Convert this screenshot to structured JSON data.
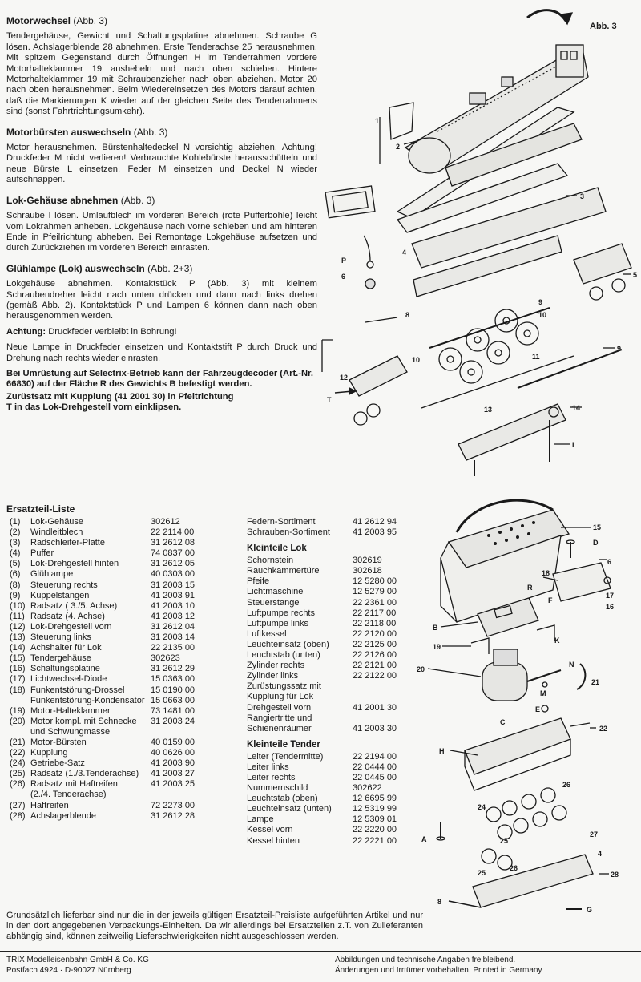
{
  "sections": {
    "s1": {
      "title": "Motorwechsel",
      "abb": "(Abb. 3)",
      "body": "Tendergehäuse, Gewicht und Schaltungsplatine abnehmen. Schraube G lösen. Achslagerblende 28 abnehmen. Erste Tenderachse 25 herausnehmen. Mit spitzem Gegenstand durch Öffnungen H im Tenderrahmen vordere Motorhalteklammer 19 aushebeln und nach oben schieben. Hintere Motorhalteklammer 19 mit Schraubenzieher nach oben abziehen. Motor 20 nach oben herausnehmen. Beim Wiedereinsetzen des Motors darauf achten, daß die Markierungen K wieder auf der gleichen Seite des Tenderrahmens sind (sonst Fahrtrichtungsumkehr)."
    },
    "s2": {
      "title": "Motorbürsten auswechseln",
      "abb": "(Abb. 3)",
      "body": "Motor herausnehmen. Bürstenhaltedeckel N vorsichtig abziehen. Achtung! Druckfeder M nicht verlieren! Verbrauchte Kohlebürste herausschütteln und neue Bürste L einsetzen. Feder M einsetzen und Deckel N wieder aufschnappen."
    },
    "s3": {
      "title": "Lok-Gehäuse abnehmen",
      "abb": "(Abb. 3)",
      "body": "Schraube I lösen. Umlaufblech im vorderen Bereich (rote Pufferbohle) leicht vom Lokrahmen anheben. Lokgehäuse nach vorne schieben und am hinteren Ende in Pfeilrichtung abheben. Bei Remontage Lokgehäuse aufsetzen und durch Zurückziehen im vorderen Bereich einrasten."
    },
    "s4": {
      "title": "Glühlampe (Lok) auswechseln",
      "abb": "(Abb. 2+3)",
      "body": "Lokgehäuse abnehmen. Kontaktstück P (Abb. 3) mit kleinem Schraubendreher leicht nach unten drücken und dann nach links drehen (gemäß Abb. 2). Kontaktstück P und Lampen 6 können dann nach oben herausgenommen werden.",
      "note_label": "Achtung:",
      "note": "Druckfeder verbleibt in Bohrung!",
      "body2": "Neue Lampe in Druckfeder einsetzen und Kontaktstift P durch Druck und Drehung nach rechts wieder einrasten."
    },
    "s5": {
      "line1": "Bei Umrüstung auf Selectrix-Betrieb kann der Fahrzeugdecoder (Art.-Nr. 66830) auf der Fläche R des Gewichts B befestigt werden.",
      "line2": "Zurüstsatz mit Kupplung (41 2001 30) in Pfeitrichtung",
      "line3": "T in das Lok-Drehgestell vorn einklipsen."
    }
  },
  "parts": {
    "title": "Ersatzteil-Liste",
    "list": [
      {
        "n": "(1)",
        "name": "Lok-Gehäuse",
        "no": "302612"
      },
      {
        "n": "(2)",
        "name": "Windleitblech",
        "no": "22 2114 00"
      },
      {
        "n": "(3)",
        "name": "Radschleifer-Platte",
        "no": "31 2612 08"
      },
      {
        "n": "(4)",
        "name": "Puffer",
        "no": "74 0837 00"
      },
      {
        "n": "(5)",
        "name": "Lok-Drehgestell hinten",
        "no": "31 2612 05"
      },
      {
        "n": "(6)",
        "name": "Glühlampe",
        "no": "40 0303 00"
      },
      {
        "n": "(8)",
        "name": "Steuerung rechts",
        "no": "31 2003 15"
      },
      {
        "n": "(9)",
        "name": "Kuppelstangen",
        "no": "41 2003 91"
      },
      {
        "n": "(10)",
        "name": "Radsatz ( 3./5. Achse)",
        "no": "41 2003 10"
      },
      {
        "n": "(11)",
        "name": "Radsatz (4. Achse)",
        "no": "41 2003 12"
      },
      {
        "n": "(12)",
        "name": "Lok-Drehgestell vorn",
        "no": "31 2612 04"
      },
      {
        "n": "(13)",
        "name": "Steuerung links",
        "no": "31 2003 14"
      },
      {
        "n": "(14)",
        "name": "Achshalter für Lok",
        "no": "22 2135 00"
      },
      {
        "n": "(15)",
        "name": "Tendergehäuse",
        "no": "302623"
      },
      {
        "n": "(16)",
        "name": "Schaltungsplatine",
        "no": "31 2612 29"
      },
      {
        "n": "(17)",
        "name": "Lichtwechsel-Diode",
        "no": "15 0363 00"
      },
      {
        "n": "(18)",
        "name": "Funkentstörung-Drossel",
        "no": "15 0190 00"
      },
      {
        "n": "",
        "name": "Funkentstörung-Kondensator",
        "no": "15 0663 00"
      },
      {
        "n": "(19)",
        "name": "Motor-Halteklammer",
        "no": "73 1481 00"
      },
      {
        "n": "(20)",
        "name": "Motor kompl. mit Schnecke",
        "no": "31 2003 24"
      },
      {
        "n": "",
        "name": "und Schwungmasse",
        "no": ""
      },
      {
        "n": "(21)",
        "name": "Motor-Bürsten",
        "no": "40 0159 00"
      },
      {
        "n": "(22)",
        "name": "Kupplung",
        "no": "40 0626 00"
      },
      {
        "n": "(24)",
        "name": "Getriebe-Satz",
        "no": "41 2003 90"
      },
      {
        "n": "(25)",
        "name": "Radsatz (1./3.Tenderachse)",
        "no": "41 2003 27"
      },
      {
        "n": "(26)",
        "name": "Radsatz mit Haftreifen",
        "no": "41 2003 25"
      },
      {
        "n": "",
        "name": "(2./4. Tenderachse)",
        "no": ""
      },
      {
        "n": "(27)",
        "name": "Haftreifen",
        "no": "72 2273 00"
      },
      {
        "n": "(28)",
        "name": "Achslagerblende",
        "no": "31 2612 28"
      }
    ],
    "list2_top": [
      {
        "name": "Federn-Sortiment",
        "no": "41 2612 94"
      },
      {
        "name": "Schrauben-Sortiment",
        "no": "41 2003 95"
      }
    ],
    "lok_head": "Kleinteile Lok",
    "lok": [
      {
        "name": "Schornstein",
        "no": "302619"
      },
      {
        "name": "Rauchkammertüre",
        "no": "302618"
      },
      {
        "name": "Pfeife",
        "no": "12 5280 00"
      },
      {
        "name": "Lichtmaschine",
        "no": "12 5279 00"
      },
      {
        "name": "Steuerstange",
        "no": "22 2361 00"
      },
      {
        "name": "Luftpumpe rechts",
        "no": "22 2117 00"
      },
      {
        "name": "Luftpumpe links",
        "no": "22 2118 00"
      },
      {
        "name": "Luftkessel",
        "no": "22 2120 00"
      },
      {
        "name": "Leuchteinsatz (oben)",
        "no": "22 2125 00"
      },
      {
        "name": "Leuchtstab (unten)",
        "no": "22 2126 00"
      },
      {
        "name": "Zylinder rechts",
        "no": "22 2121 00"
      },
      {
        "name": "Zylinder links",
        "no": "22 2122 00"
      },
      {
        "name": "Zurüstungssatz mit",
        "no": ""
      },
      {
        "name": "Kupplung für Lok",
        "no": ""
      },
      {
        "name": "Drehgestell vorn",
        "no": "41 2001 30"
      },
      {
        "name": "Rangiertritte und",
        "no": ""
      },
      {
        "name": "Schienenräumer",
        "no": "41 2003 30"
      }
    ],
    "tender_head": "Kleinteile Tender",
    "tender": [
      {
        "name": "Leiter (Tendermitte)",
        "no": "22 2194 00"
      },
      {
        "name": "Leiter links",
        "no": "22 0444 00"
      },
      {
        "name": "Leiter rechts",
        "no": "22 0445 00"
      },
      {
        "name": "Nummernschild",
        "no": "302622"
      },
      {
        "name": "Leuchtstab (oben)",
        "no": "12 6695 99"
      },
      {
        "name": "Leuchteinsatz (unten)",
        "no": "12 5319 99"
      },
      {
        "name": "Lampe",
        "no": "12 5309 01"
      },
      {
        "name": "Kessel vorn",
        "no": "22 2220 00"
      },
      {
        "name": "Kessel hinten",
        "no": "22 2221 00"
      }
    ]
  },
  "footer": {
    "note": "Grundsätzlich lieferbar sind nur die in der jeweils gültigen Ersatzteil-Preisliste aufgeführten Artikel und nur in den dort angegebenen Verpackungs-Einheiten. Da wir allerdings bei Ersatzteilen z.T. von Zulieferanten abhängig sind, können zeitweilig Lieferschwierigkeiten nicht ausgeschlossen werden.",
    "company1": "TRIX Modelleisenbahn GmbH & Co. KG",
    "company2": "Postfach 4924 · D-90027 Nürnberg",
    "rights1": "Abbildungen und technische Angaben freibleibend.",
    "rights2": "Änderungen und Irrtümer vorbehalten. Printed in Germany"
  },
  "diagram": {
    "title": "Abb. 3",
    "labels_top": [
      "1",
      "2",
      "3",
      "4",
      "5",
      "6",
      "P",
      "8",
      "9",
      "10",
      "11",
      "12",
      "T",
      "13",
      "14",
      "I",
      "9",
      "10"
    ],
    "labels_bottom": [
      "15",
      "D",
      "6",
      "18",
      "F",
      "17",
      "16",
      "R",
      "B",
      "19",
      "K",
      "20",
      "M",
      "N",
      "21",
      "E",
      "C",
      "22",
      "H",
      "24",
      "26",
      "25",
      "27",
      "A",
      "25",
      "26",
      "4",
      "28",
      "8",
      "G"
    ]
  }
}
